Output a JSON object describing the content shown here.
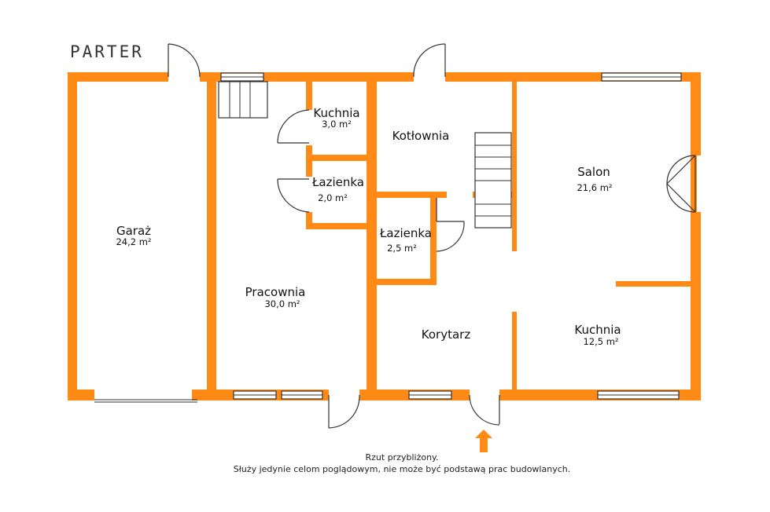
{
  "floor_title": "PARTER",
  "rooms": {
    "garaz": {
      "name": "Garaż",
      "area": "24,2 m²"
    },
    "pracownia": {
      "name": "Pracownia",
      "area": "30,0 m²"
    },
    "kuchnia_small": {
      "name": "Kuchnia",
      "area": "3,0 m²"
    },
    "lazienka_left": {
      "name": "Łazienka",
      "area": "2,0 m²"
    },
    "kotlownia": {
      "name": "Kotłownia"
    },
    "lazienka_mid": {
      "name": "Łazienka",
      "area": "2,5 m²"
    },
    "korytarz": {
      "name": "Korytarz"
    },
    "salon": {
      "name": "Salon",
      "area": "21,6 m²"
    },
    "kuchnia_large": {
      "name": "Kuchnia",
      "area": "12,5 m²"
    }
  },
  "note": {
    "line1": "Rzut przybliżony.",
    "line2": "Służy jedynie celom poglądowym, nie może być podstawą prac budowlanych."
  },
  "colors": {
    "wall": "#ff8a16",
    "line": "#333333"
  }
}
